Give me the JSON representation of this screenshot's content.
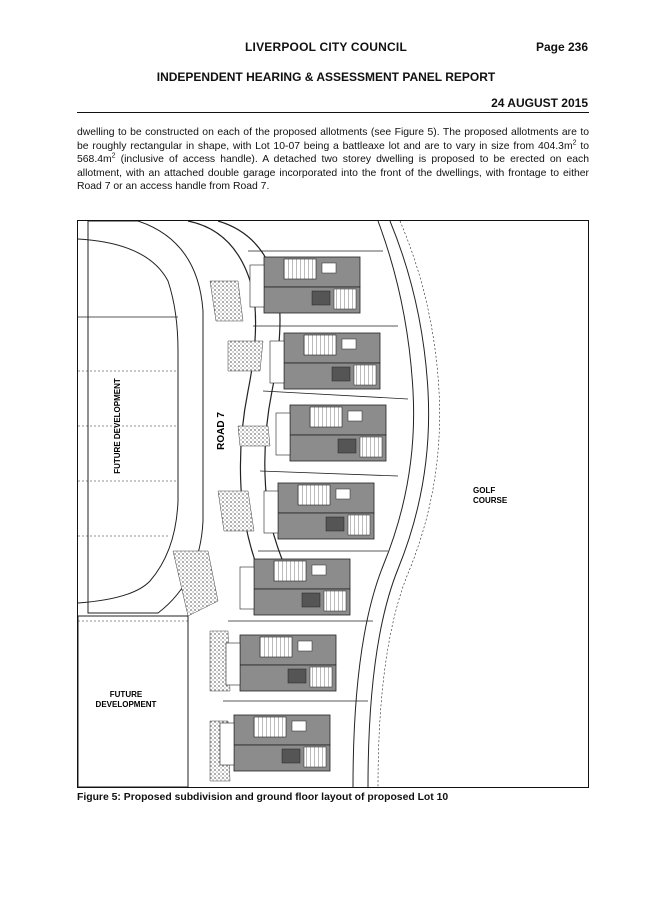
{
  "header": {
    "council": "LIVERPOOL CITY COUNCIL",
    "page": "Page 236",
    "report_title": "INDEPENDENT HEARING & ASSESSMENT PANEL REPORT",
    "date": "24 AUGUST 2015"
  },
  "body": {
    "p1": "dwelling to be constructed on each of the proposed allotments (see Figure 5). The proposed allotments are to be roughly rectangular in shape, with Lot 10-07 being a battleaxe lot and are to vary in size from 404.3m",
    "sup1": "2",
    "p2": " to 568.4m",
    "sup2": "2",
    "p3": " (inclusive of access handle). A detached two storey dwelling is proposed to be erected on each allotment, with an attached double garage incorporated into the front of the dwellings, with frontage to either Road 7 or an access handle from Road 7."
  },
  "figure": {
    "label_road": "ROAD 7",
    "label_future_1": "FUTURE DEVELOPMENT",
    "label_future_2a": "FUTURE",
    "label_future_2b": "DEVELOPMENT",
    "label_golf_a": "GOLF",
    "label_golf_b": "COURSE",
    "caption": "Figure 5: Proposed subdivision and ground floor layout of proposed Lot 10"
  },
  "colors": {
    "house_fill": "#8c8c8c",
    "house_dark": "#555555",
    "hatch": "#9a9a9a",
    "line": "#222222"
  }
}
